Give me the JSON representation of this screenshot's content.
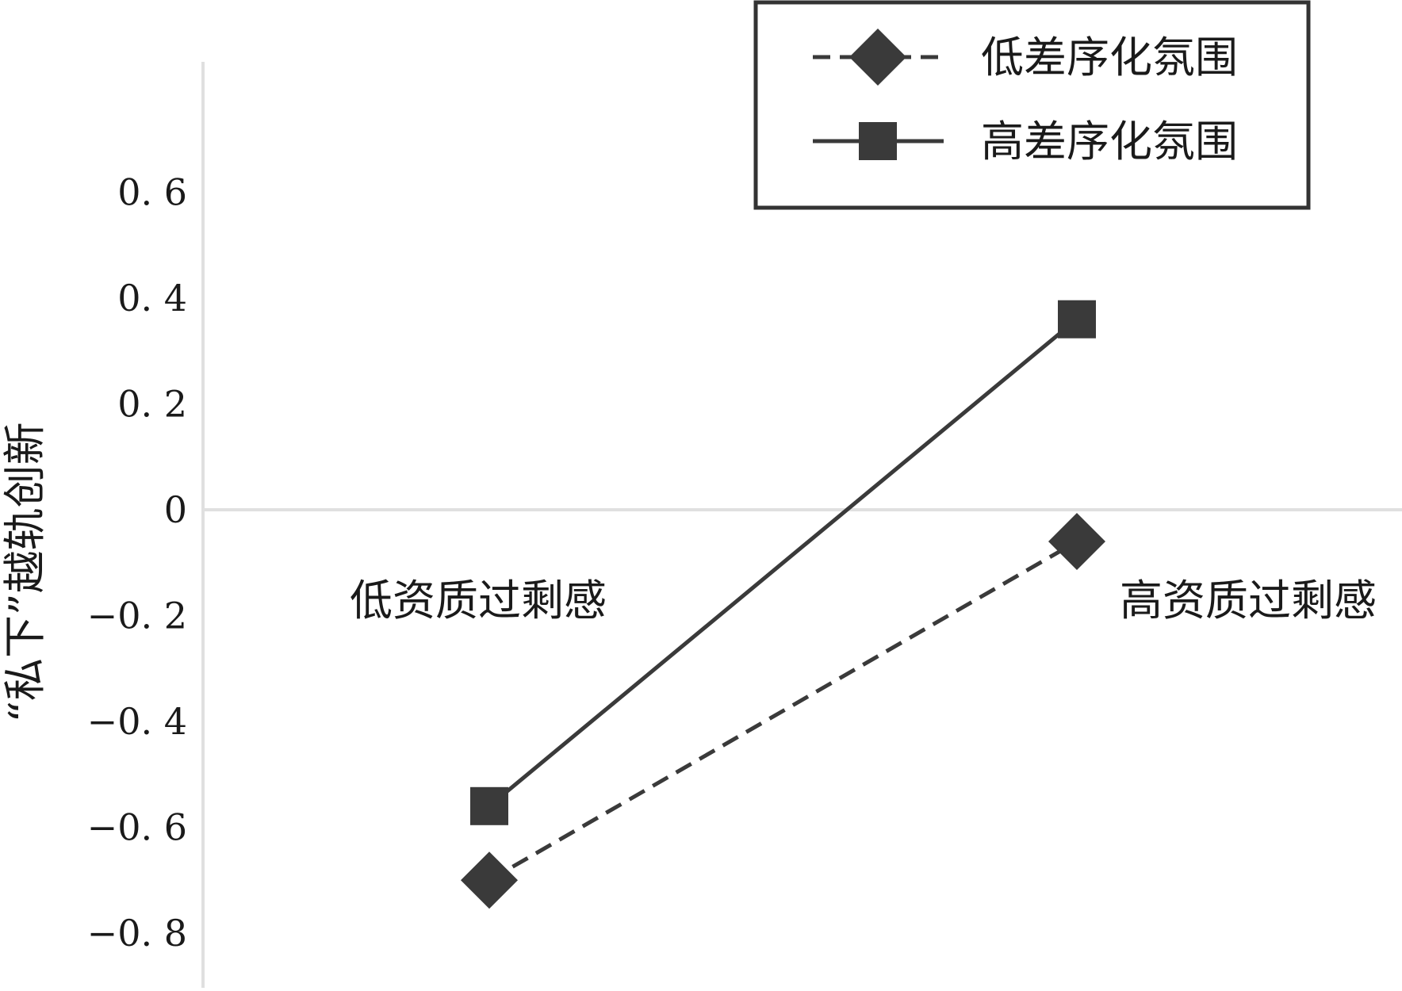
{
  "chart_data": {
    "type": "line",
    "title": "",
    "xlabel": "",
    "ylabel": "“私下”越轨创新",
    "categories": [
      "低资质过剩感",
      "高资质过剩感"
    ],
    "series": [
      {
        "name": "低差序化氛围",
        "values": [
          -0.7,
          -0.06
        ],
        "marker": "diamond",
        "line_style": "dashed",
        "color": "#3a3a3a"
      },
      {
        "name": "高差序化氛围",
        "values": [
          -0.56,
          0.36
        ],
        "marker": "square",
        "line_style": "solid",
        "color": "#3a3a3a"
      }
    ],
    "ylim": [
      -0.8,
      0.6
    ],
    "yticks": [
      0.6,
      0.4,
      0.2,
      0,
      -0.2,
      -0.4,
      -0.6,
      -0.8
    ],
    "ytick_labels": [
      "0. 6",
      "0. 4",
      "0. 2",
      "0",
      "−0. 2",
      "−0. 4",
      "−0. 6",
      "−0. 8"
    ],
    "grid": false,
    "legend_position": "top-right",
    "axis_color": "#e0e0e0"
  }
}
